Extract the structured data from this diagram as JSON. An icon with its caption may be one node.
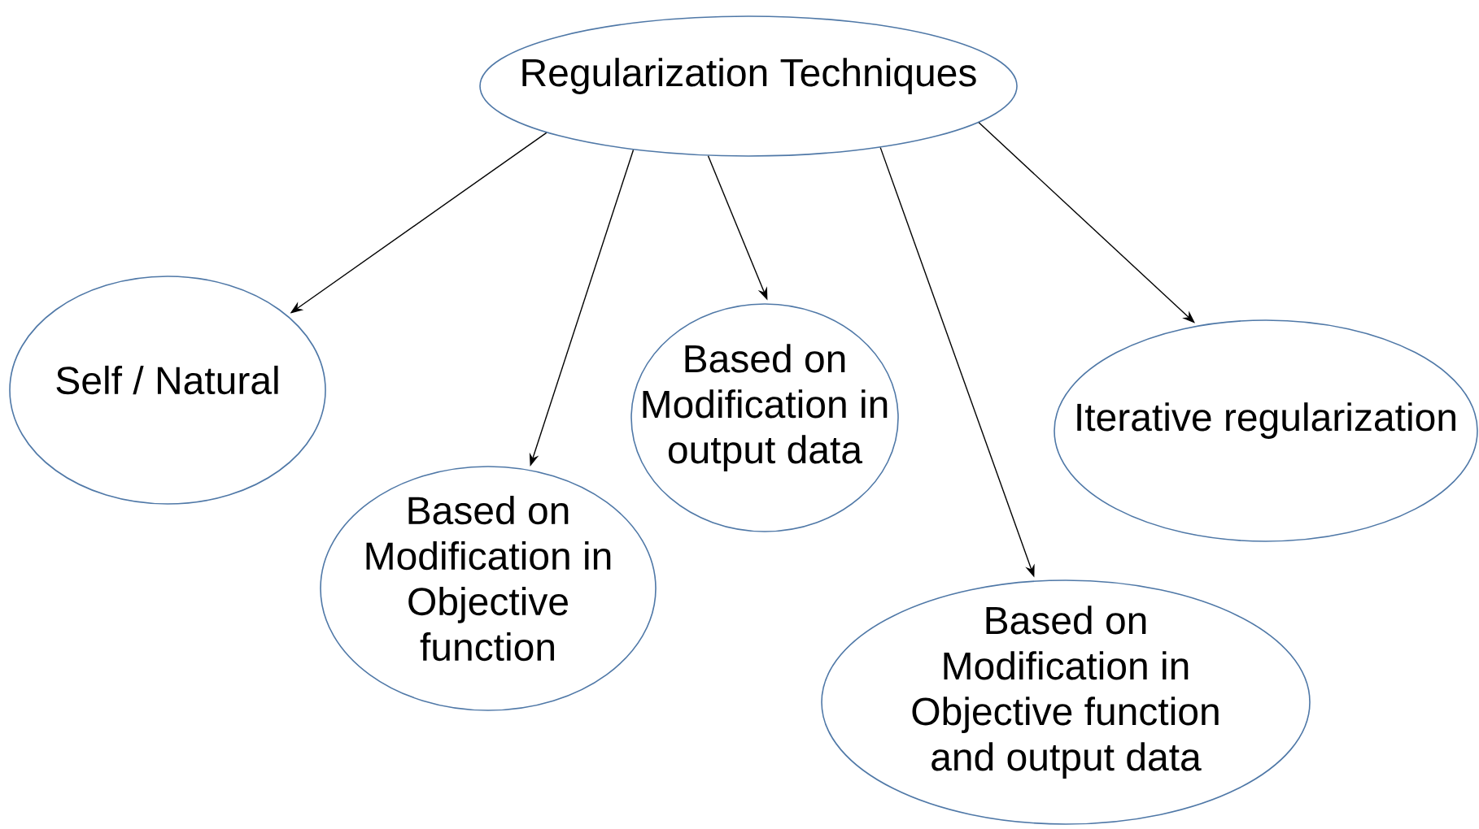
{
  "diagram": {
    "nodes": [
      {
        "text": [
          "Regularization Techniques"
        ]
      },
      {
        "text": [
          "Self / Natural"
        ]
      },
      {
        "text": [
          "Based on Modification in Objective function"
        ]
      },
      {
        "text": [
          "Based on Modification in output data"
        ]
      },
      {
        "text": [
          "Iterative regularization"
        ]
      },
      {
        "text": [
          "Based on Modification in Objective function and output data"
        ]
      }
    ],
    "edges": [
      {
        "from": 0,
        "to": 1,
        "arrow": "to"
      },
      {
        "from": 0,
        "to": 2,
        "arrow": "to"
      },
      {
        "from": 0,
        "to": 3,
        "arrow": "to"
      },
      {
        "from": 0,
        "to": 5,
        "arrow": "to"
      },
      {
        "from": 0,
        "to": 4,
        "arrow": "to"
      }
    ]
  }
}
